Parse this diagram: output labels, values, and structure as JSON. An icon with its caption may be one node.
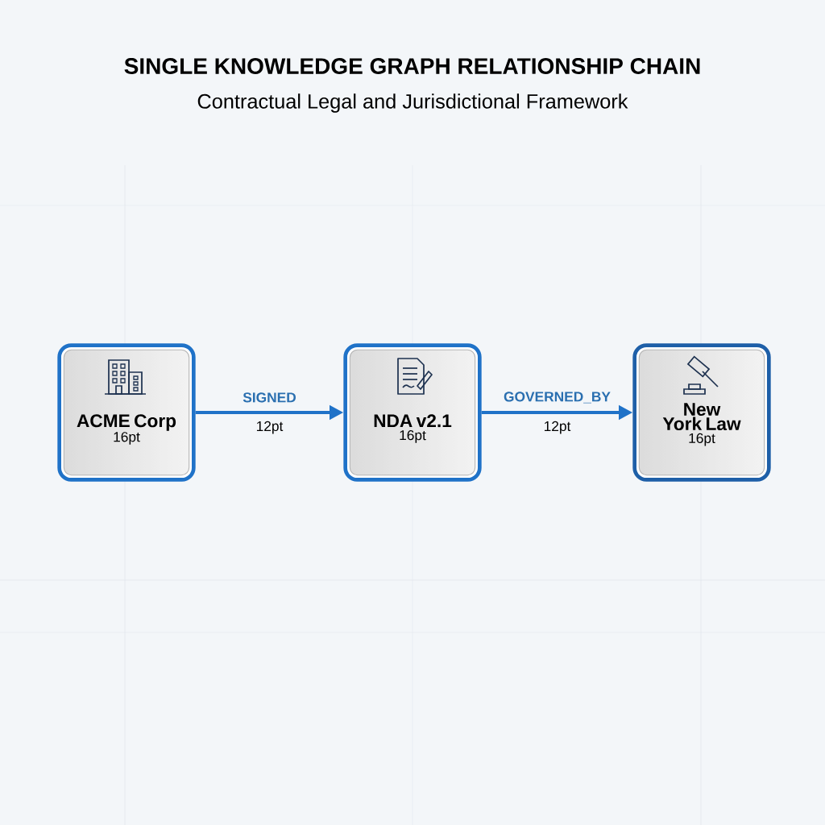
{
  "diagram": {
    "title": "SINGLE KNOWLEDGE GRAPH RELATIONSHIP CHAIN",
    "caption": "Contractual Legal and Jurisdictional Framework",
    "nodes": [
      {
        "text": [
          "ACME Corp",
          "16pt"
        ]
      },
      {
        "text": [
          "NDA v2.1",
          "16pt"
        ]
      },
      {
        "text": [
          "New York Law",
          "16pt"
        ]
      }
    ],
    "edges": [
      {
        "from": 0,
        "to": 1,
        "arrow": "to",
        "label": "SIGNED"
      },
      {
        "from": 1,
        "to": 2,
        "arrow": "to",
        "label": "GOVERNED_BY"
      }
    ],
    "labels": [
      "12pt",
      "12pt"
    ]
  }
}
